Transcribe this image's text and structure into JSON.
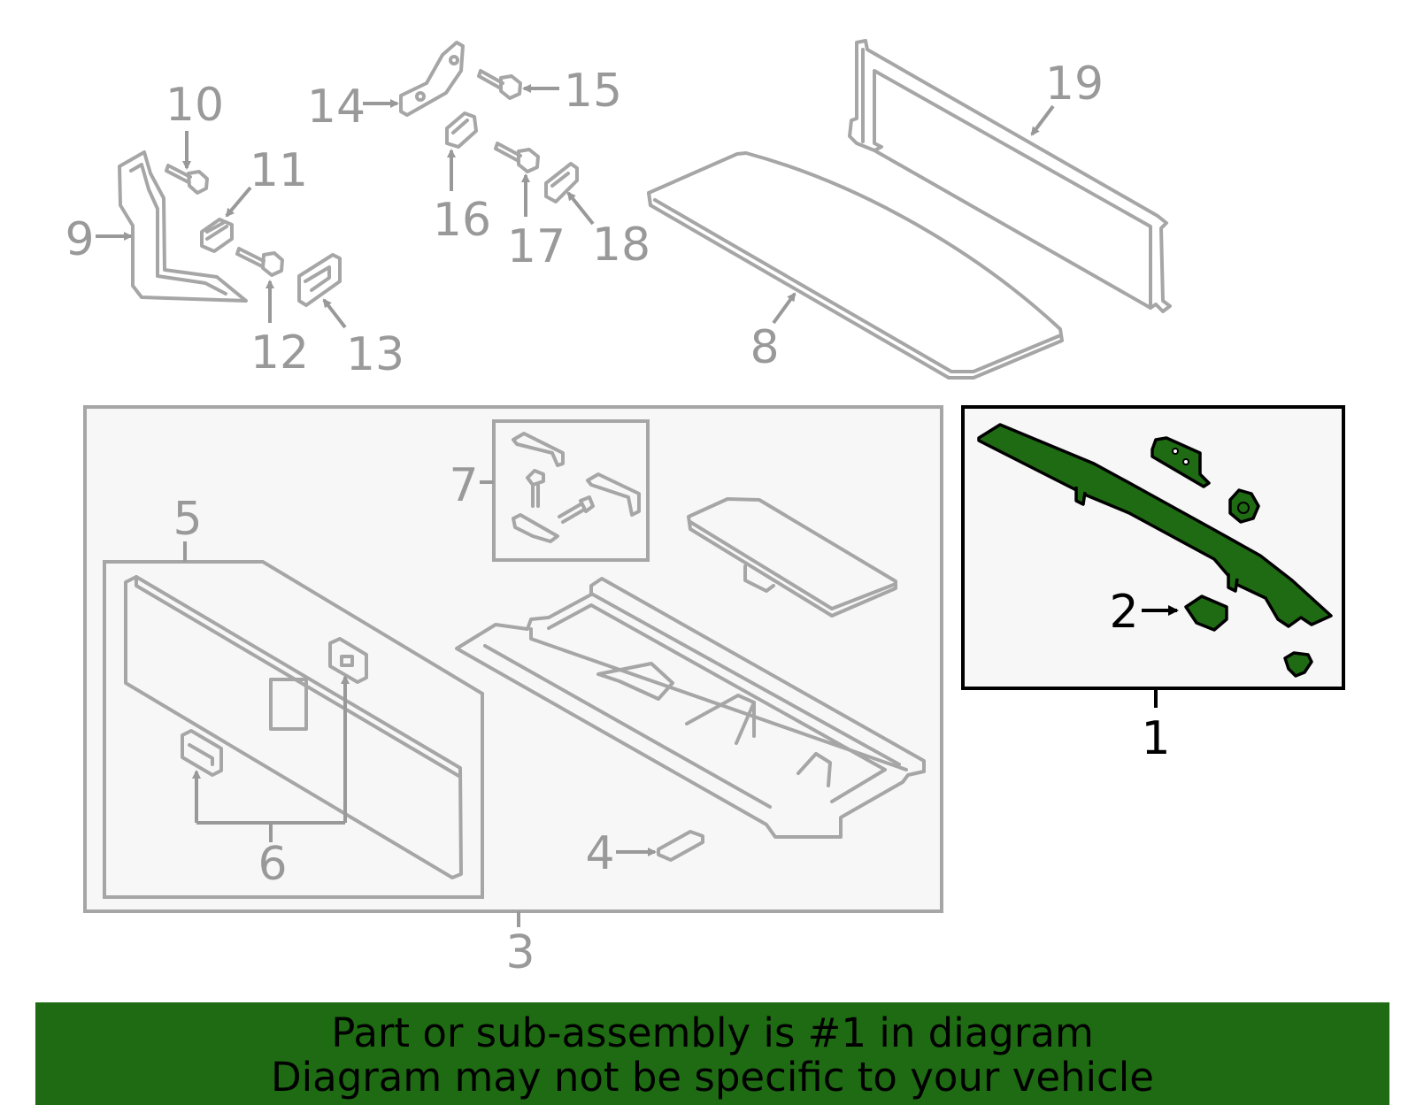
{
  "callouts": {
    "c1": "1",
    "c2": "2",
    "c3": "3",
    "c4": "4",
    "c5": "5",
    "c6": "6",
    "c7": "7",
    "c8": "8",
    "c9": "9",
    "c10": "10",
    "c11": "11",
    "c12": "12",
    "c13": "13",
    "c14": "14",
    "c15": "15",
    "c16": "16",
    "c17": "17",
    "c18": "18",
    "c19": "19"
  },
  "banner": {
    "line1": "Part or sub-assembly is #1 in diagram",
    "line2": "Diagram may not be specific to your vehicle"
  },
  "colors": {
    "highlight_green": "#1f6b13",
    "part_gray": "#a6a6a6",
    "label_gray": "#999999",
    "box_fill": "#f7f7f7"
  }
}
